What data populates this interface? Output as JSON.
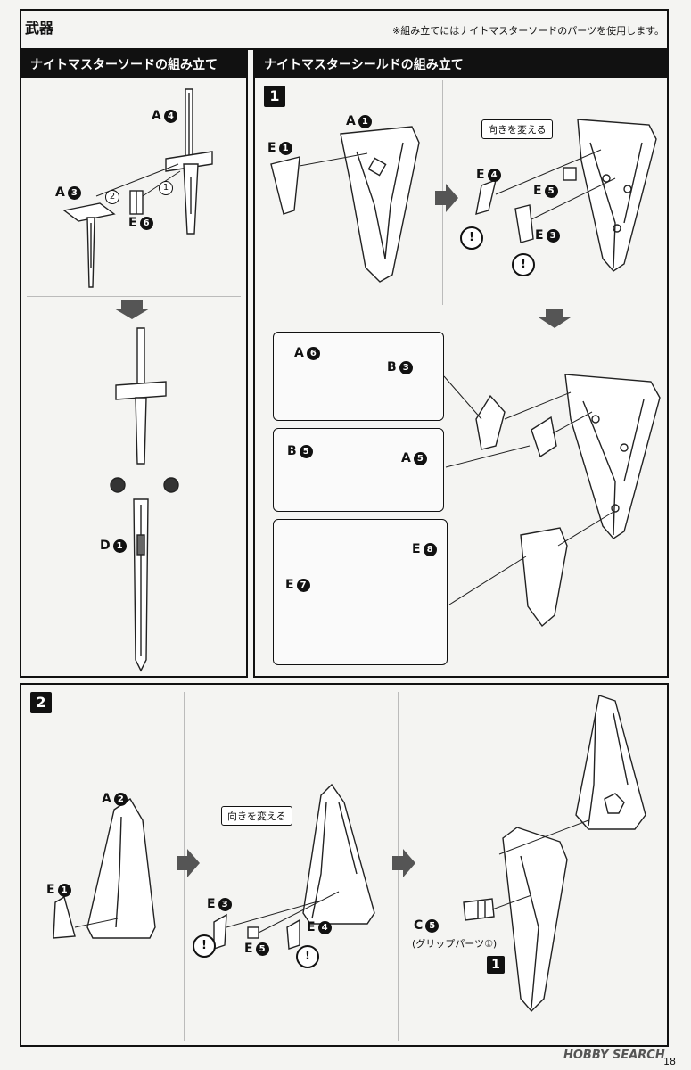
{
  "header": {
    "title": "武器",
    "note": "※組み立てにはナイトマスターソードのパーツを使用します。"
  },
  "sword": {
    "heading": "ナイトマスターソードの組み立て",
    "labels": {
      "a4": "A",
      "a4n": "4",
      "a3": "A",
      "a3n": "3",
      "e6": "E",
      "e6n": "6",
      "d1": "D",
      "d1n": "1"
    },
    "order": {
      "first": "1",
      "second": "2"
    }
  },
  "shield": {
    "heading": "ナイトマスターシールドの組み立て",
    "step1": "1",
    "step2": "2",
    "callout_turn": "向きを変える",
    "warn": "!",
    "s1": {
      "a1": "A",
      "a1n": "1",
      "e1": "E",
      "e1n": "1",
      "e4": "E",
      "e4n": "4",
      "e5": "E",
      "e5n": "5",
      "e3": "E",
      "e3n": "3"
    },
    "box1": {
      "a6": "A",
      "a6n": "6",
      "b3": "B",
      "b3n": "3"
    },
    "box2": {
      "b5": "B",
      "b5n": "5",
      "a5": "A",
      "a5n": "5"
    },
    "box3": {
      "e7": "E",
      "e7n": "7",
      "e8": "E",
      "e8n": "8"
    },
    "s2": {
      "a2": "A",
      "a2n": "2",
      "e1": "E",
      "e1n": "1",
      "e3": "E",
      "e3n": "3",
      "e4": "E",
      "e4n": "4",
      "e5": "E",
      "e5n": "5",
      "c5": "C",
      "c5n": "5",
      "grip": "(グリップパーツ①)",
      "ref": "1"
    }
  },
  "footer": {
    "watermark": "HOBBY SEARCH",
    "page": "18"
  }
}
